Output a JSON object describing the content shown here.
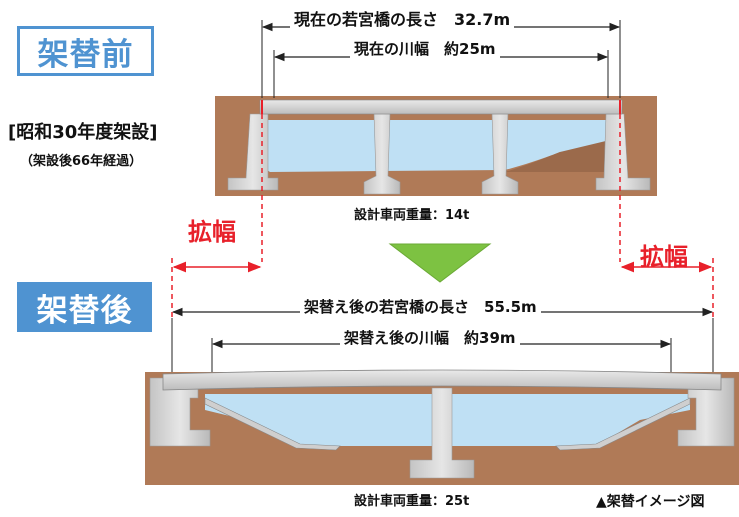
{
  "before": {
    "badge": "架替前",
    "era": "[昭和30年度架設]",
    "age": "（架設後66年経過）",
    "bridge_length_label": "現在の若宮橋の長さ　32.7m",
    "river_width_label": "現在の川幅　約25m",
    "design_load": "設計車両重量：14t"
  },
  "after": {
    "badge": "架替後",
    "bridge_length_label": "架替え後の若宮橋の長さ　55.5m",
    "river_width_label": "架替え後の川幅　約39m",
    "design_load": "設計車両重量：25t"
  },
  "widening": {
    "left_label": "拡幅",
    "right_label": "拡幅"
  },
  "caption": "▲架替イメージ図",
  "colors": {
    "accent_blue": "#4f93d1",
    "widening_red": "#e8202a",
    "arrow_green": "#7dc242",
    "soil": "#b07a57",
    "water": "#bfe0f4",
    "concrete": "#d8d8d8"
  }
}
